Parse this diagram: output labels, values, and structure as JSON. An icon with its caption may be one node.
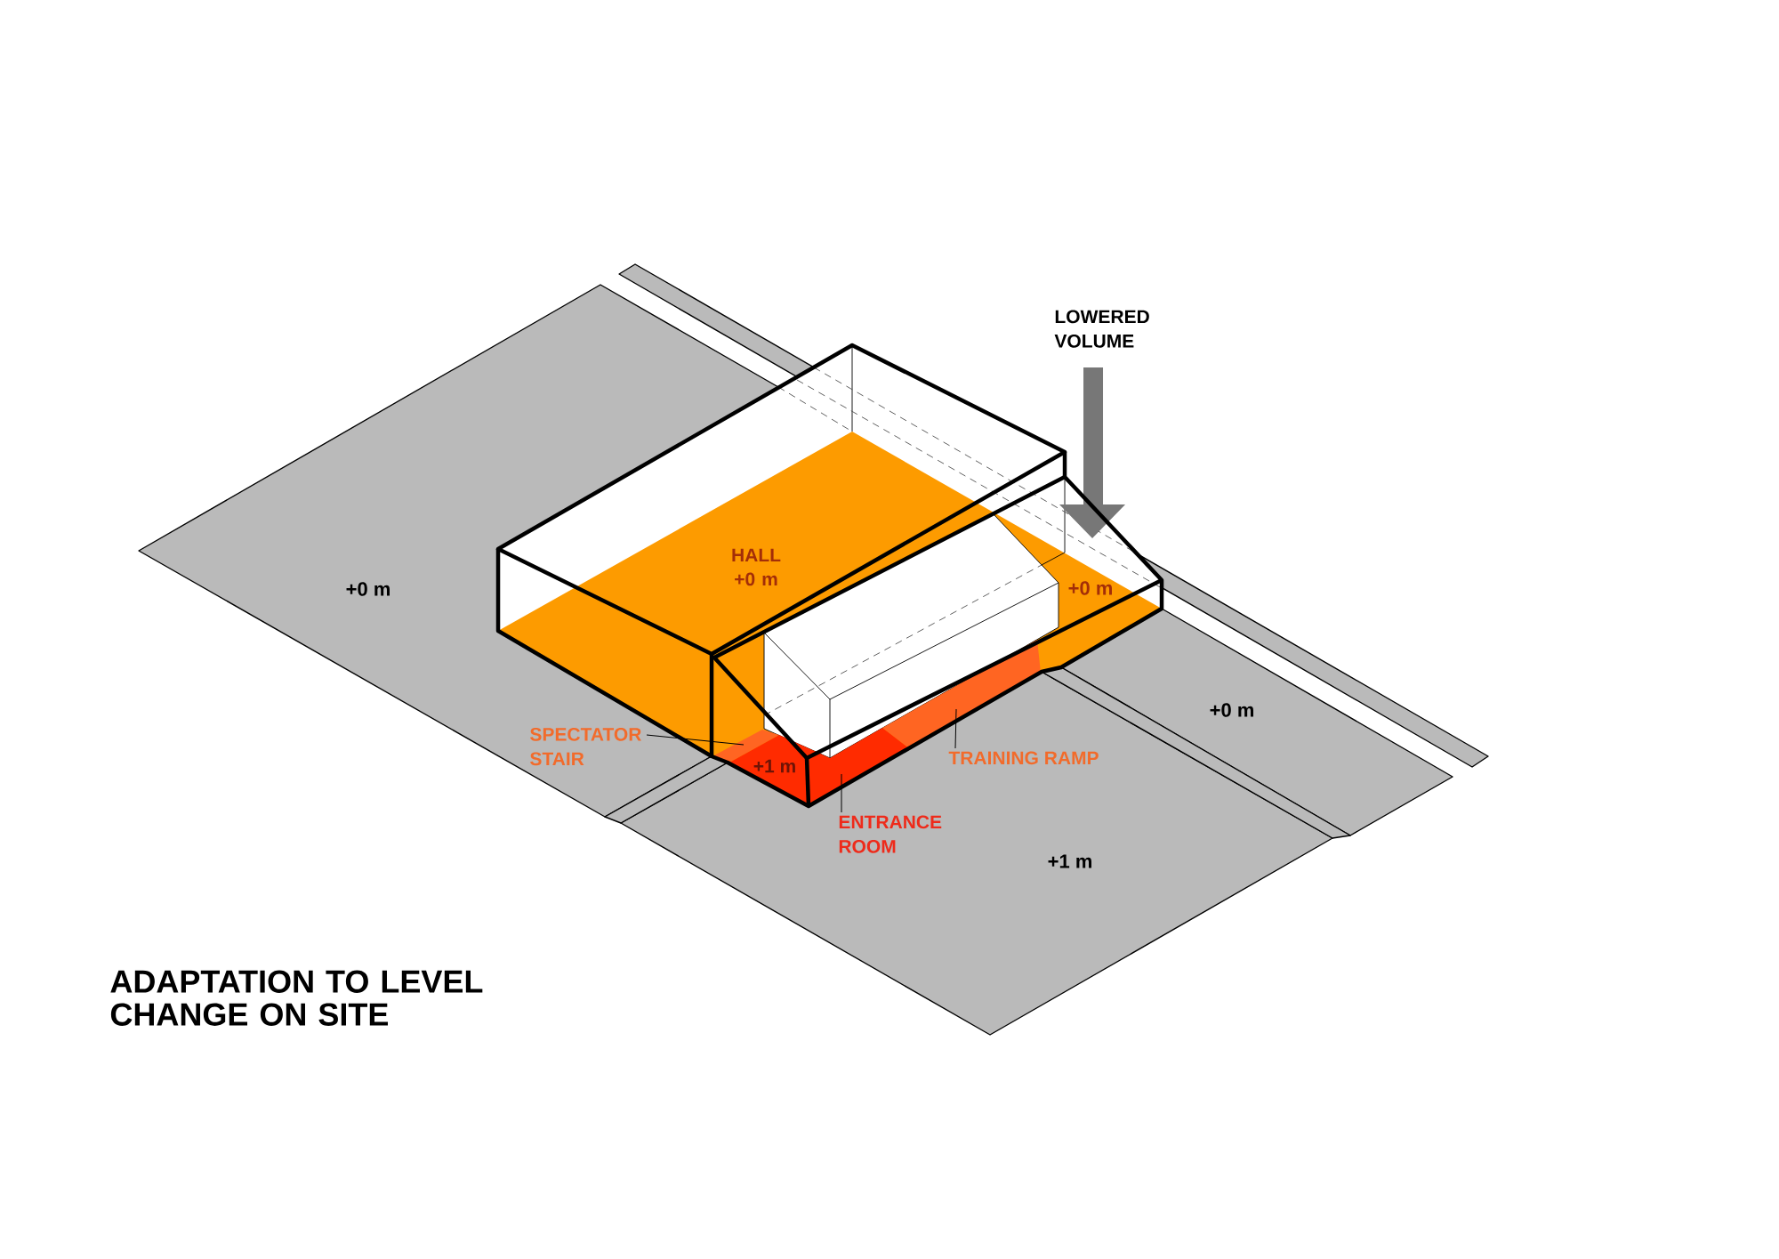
{
  "diagram": {
    "title": "ADAPTATION TO LEVEL CHANGE ON SITE",
    "nodes": [
      {
        "text": [
          "SPECTATOR STAIR"
        ]
      },
      {
        "text": [],
        "shape": "box"
      },
      {
        "text": [
          "TRAINING RAMP"
        ]
      },
      {
        "text": [],
        "shape": "box"
      },
      {
        "text": [
          "+1 m"
        ]
      },
      {
        "text": [
          "ENTRANCE ROOM"
        ]
      }
    ],
    "edges": [
      {
        "from": 0,
        "to": 1,
        "arrow": "none"
      },
      {
        "from": 2,
        "to": 3,
        "arrow": "none"
      },
      {
        "from": 5,
        "to": 4,
        "arrow": "none"
      }
    ],
    "labels": [
      "LOWERED VOLUME",
      "+0 m",
      "HALL +0 m",
      "+0 m",
      "+0 m",
      "+1 m"
    ]
  }
}
